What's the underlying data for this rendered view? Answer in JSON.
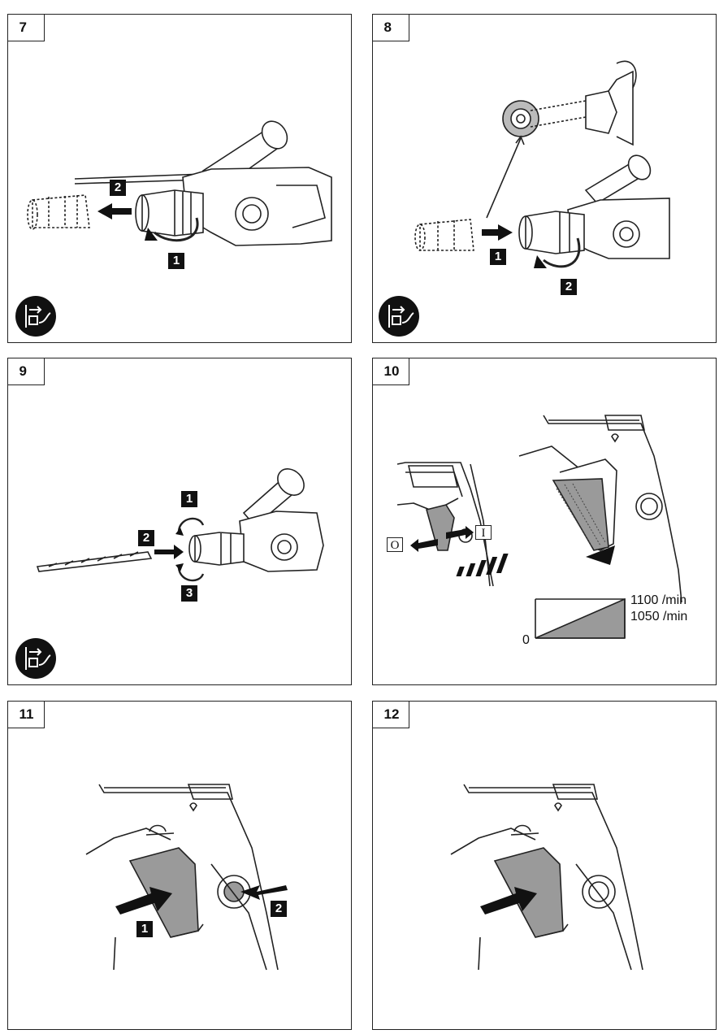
{
  "panels": [
    {
      "number": "7",
      "steps": [
        "2",
        "1"
      ],
      "unplug_icon": "unplug-icon"
    },
    {
      "number": "8",
      "steps": [
        "1",
        "2"
      ],
      "unplug_icon": "unplug-icon"
    },
    {
      "number": "9",
      "steps": [
        "1",
        "2",
        "3"
      ],
      "unplug_icon": "unplug-icon"
    },
    {
      "number": "10",
      "switch_off": "O",
      "switch_on": "I",
      "speed_zero": "0",
      "speed_high": "1100 /min",
      "speed_low": "1050 /min"
    },
    {
      "number": "11",
      "steps": [
        "1",
        "2"
      ]
    },
    {
      "number": "12"
    }
  ],
  "colors": {
    "line": "#222222",
    "fill_grey": "#9a9a9a",
    "black": "#111111"
  }
}
